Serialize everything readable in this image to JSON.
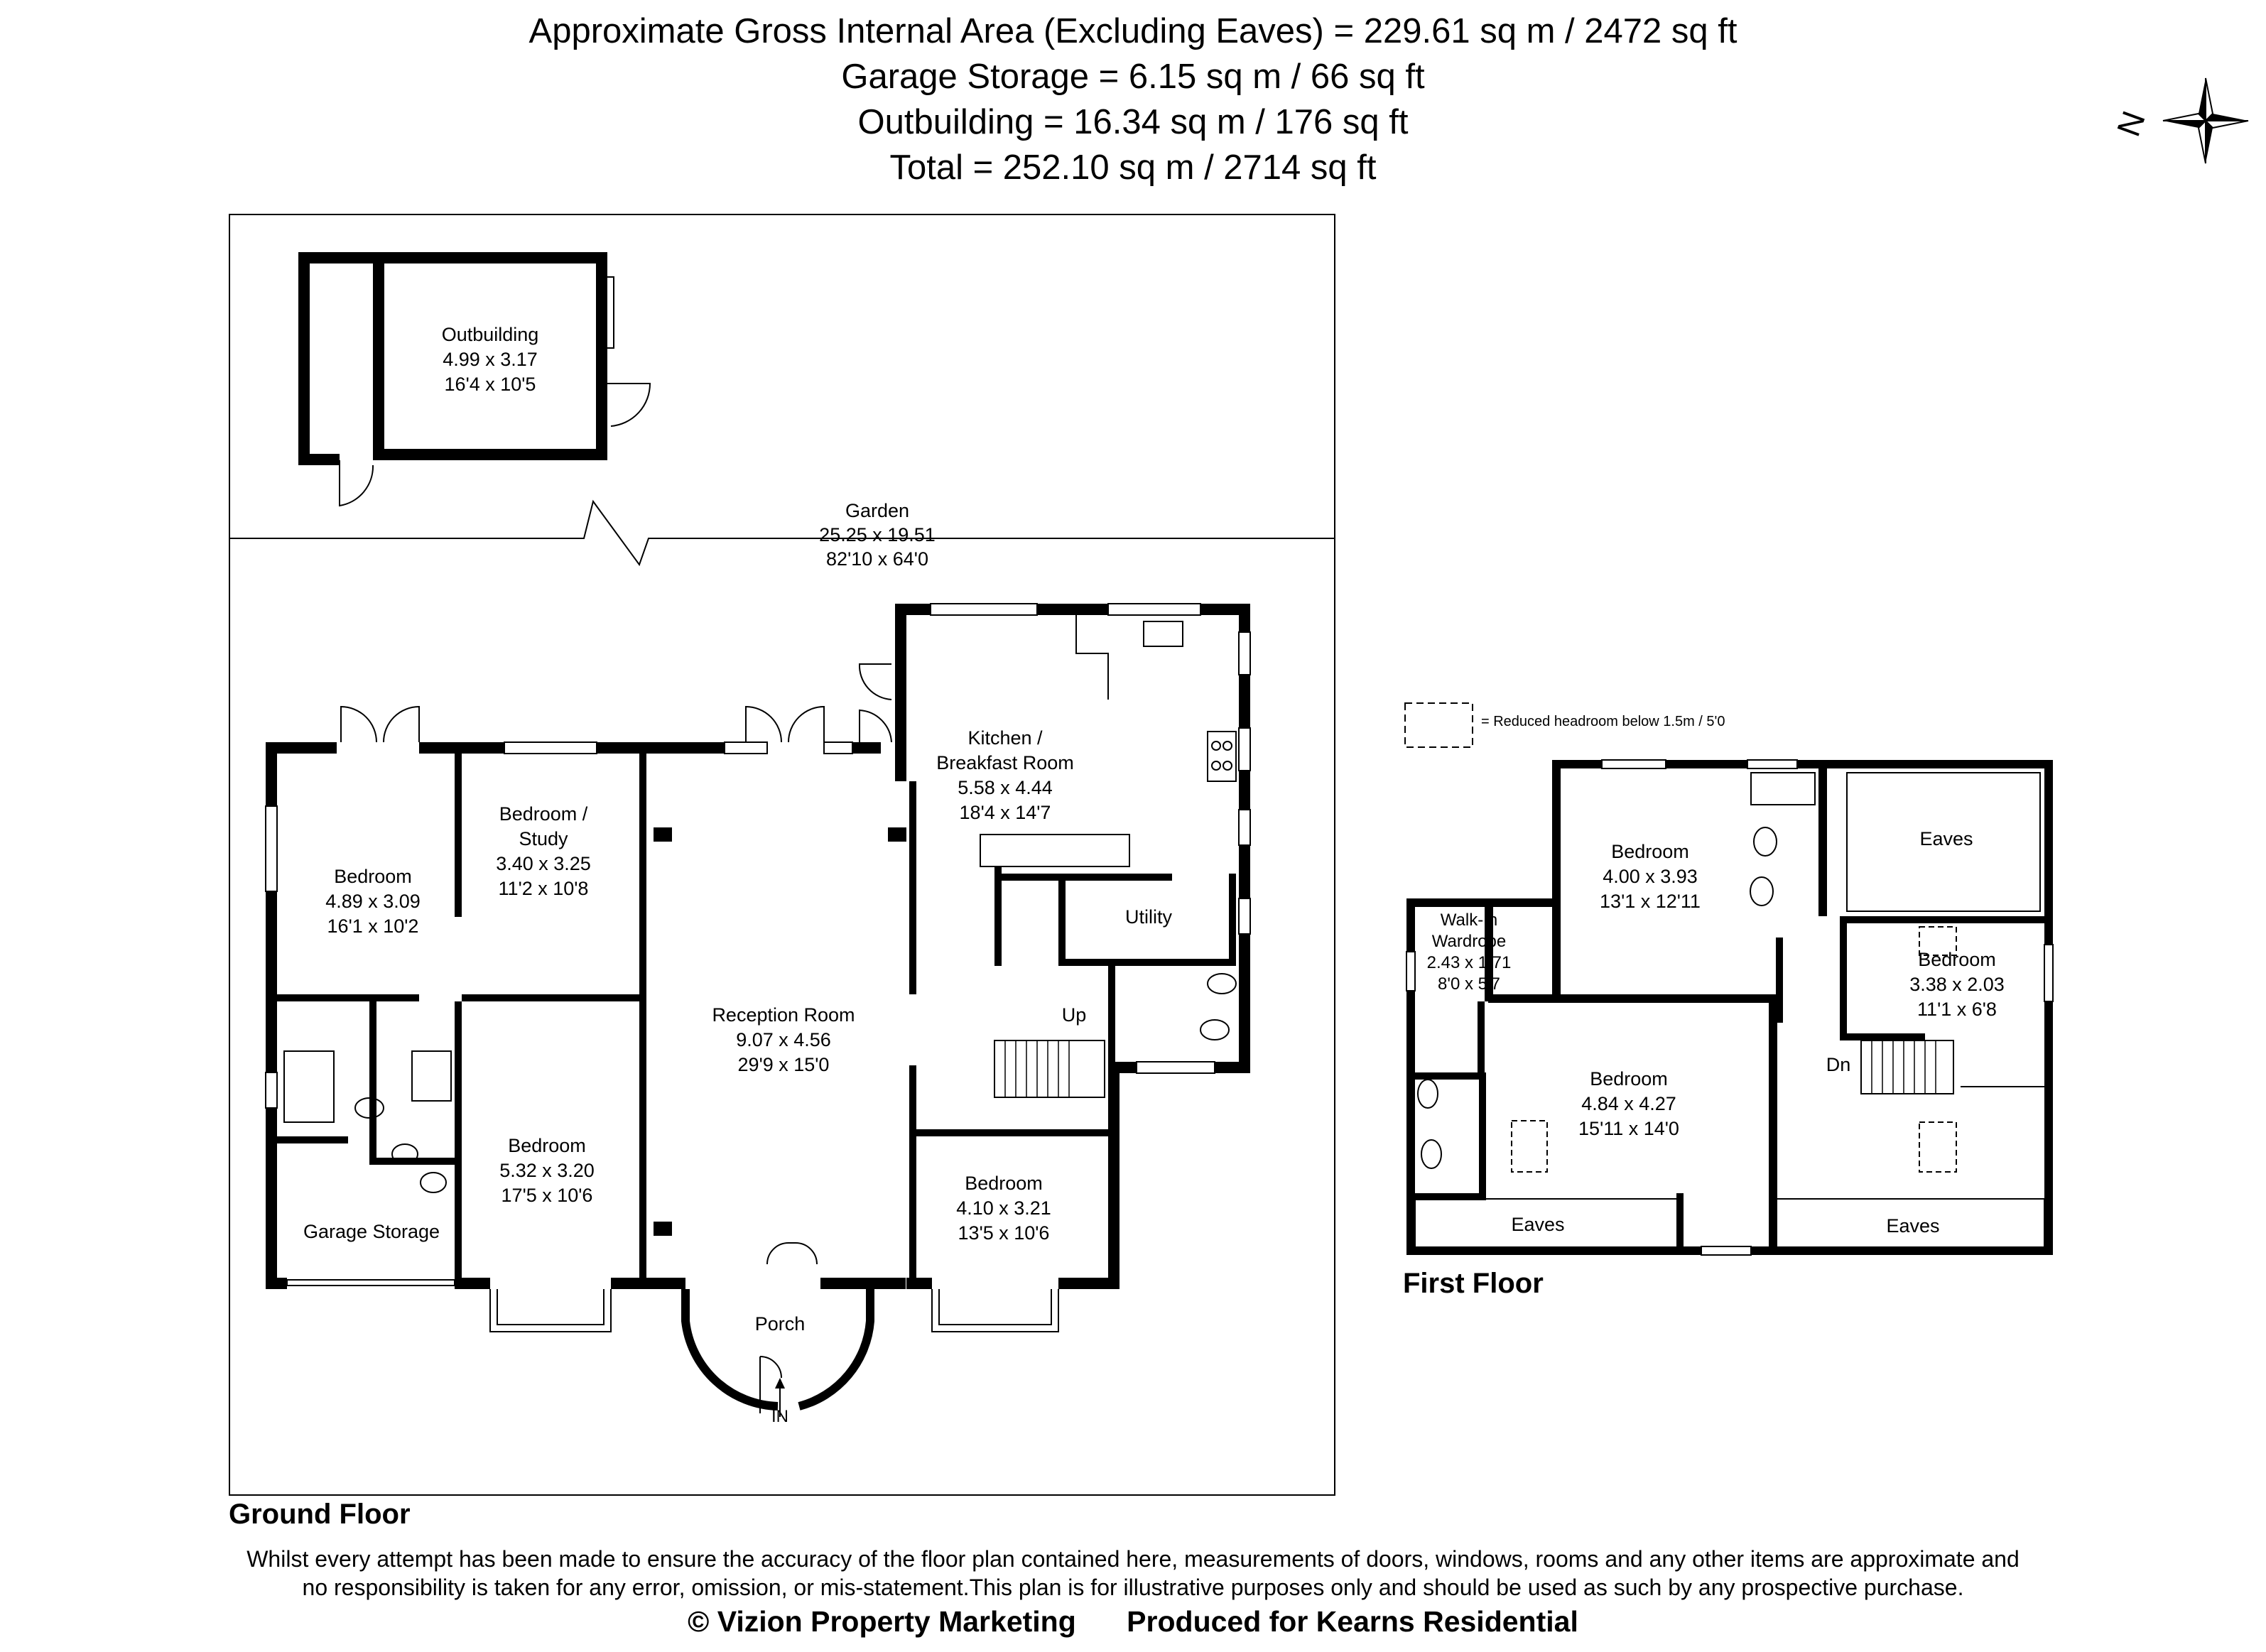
{
  "summary": {
    "gross_internal": "Approximate Gross Internal Area (Excluding Eaves) = 229.61 sq m / 2472 sq ft",
    "garage_storage": "Garage Storage = 6.15 sq m / 66 sq ft",
    "outbuilding": "Outbuilding = 16.34 sq m / 176 sq ft",
    "total": "Total = 252.10 sq m / 2714 sq ft"
  },
  "compass": {
    "icon": "compass-north-icon",
    "label": "N"
  },
  "legend": {
    "text": "= Reduced headroom below 1.5m / 5'0"
  },
  "ground_floor": {
    "title": "Ground Floor",
    "rooms": {
      "outbuilding": {
        "name": "Outbuilding",
        "metric": "4.99 x 3.17",
        "imperial": "16'4 x 10'5"
      },
      "garden": {
        "name": "Garden",
        "metric": "25.25 x 19.51",
        "imperial": "82'10 x 64'0"
      },
      "kitchen": {
        "name1": "Kitchen /",
        "name2": "Breakfast Room",
        "metric": "5.58 x 4.44",
        "imperial": "18'4 x 14'7"
      },
      "bedroom_left": {
        "name": "Bedroom",
        "metric": "4.89 x 3.09",
        "imperial": "16'1 x 10'2"
      },
      "study": {
        "name1": "Bedroom /",
        "name2": "Study",
        "metric": "3.40 x 3.25",
        "imperial": "11'2 x 10'8"
      },
      "utility": {
        "name": "Utility"
      },
      "reception": {
        "name": "Reception Room",
        "metric": "9.07 x 4.56",
        "imperial": "29'9 x 15'0"
      },
      "bedroom_mid": {
        "name": "Bedroom",
        "metric": "5.32 x 3.20",
        "imperial": "17'5 x 10'6"
      },
      "bedroom_right": {
        "name": "Bedroom",
        "metric": "4.10 x 3.21",
        "imperial": "13'5 x 10'6"
      },
      "garage_storage": {
        "name": "Garage Storage"
      },
      "porch": {
        "name": "Porch"
      },
      "entrance": {
        "label": "IN"
      },
      "stairs": {
        "label": "Up"
      }
    }
  },
  "first_floor": {
    "title": "First Floor",
    "rooms": {
      "bedroom_top": {
        "name": "Bedroom",
        "metric": "4.00 x 3.93",
        "imperial": "13'1 x 12'11"
      },
      "eaves_top": {
        "name": "Eaves"
      },
      "wardrobe": {
        "name1": "Walk-In",
        "name2": "Wardrobe",
        "metric": "2.43 x 1.71",
        "imperial": "8'0 x 5'7"
      },
      "bedroom_right": {
        "name": "Bedroom",
        "metric": "3.38 x 2.03",
        "imperial": "11'1 x 6'8"
      },
      "bedroom_main": {
        "name": "Bedroom",
        "metric": "4.84 x 4.27",
        "imperial": "15'11 x 14'0"
      },
      "eaves_left": {
        "name": "Eaves"
      },
      "eaves_right": {
        "name": "Eaves"
      },
      "stairs": {
        "label": "Dn"
      }
    }
  },
  "footer": {
    "disclaimer_line1": "Whilst every attempt has been made to ensure the accuracy of the floor plan contained here, measurements of doors, windows, rooms and any other items are approximate and",
    "disclaimer_line2": "no responsibility is taken for any error, omission, or mis-statement.This plan is for illustrative purposes only and should be used as such by any prospective purchase.",
    "copyright": "© Vizion Property Marketing",
    "produced_for": "Produced for Kearns Residential"
  }
}
